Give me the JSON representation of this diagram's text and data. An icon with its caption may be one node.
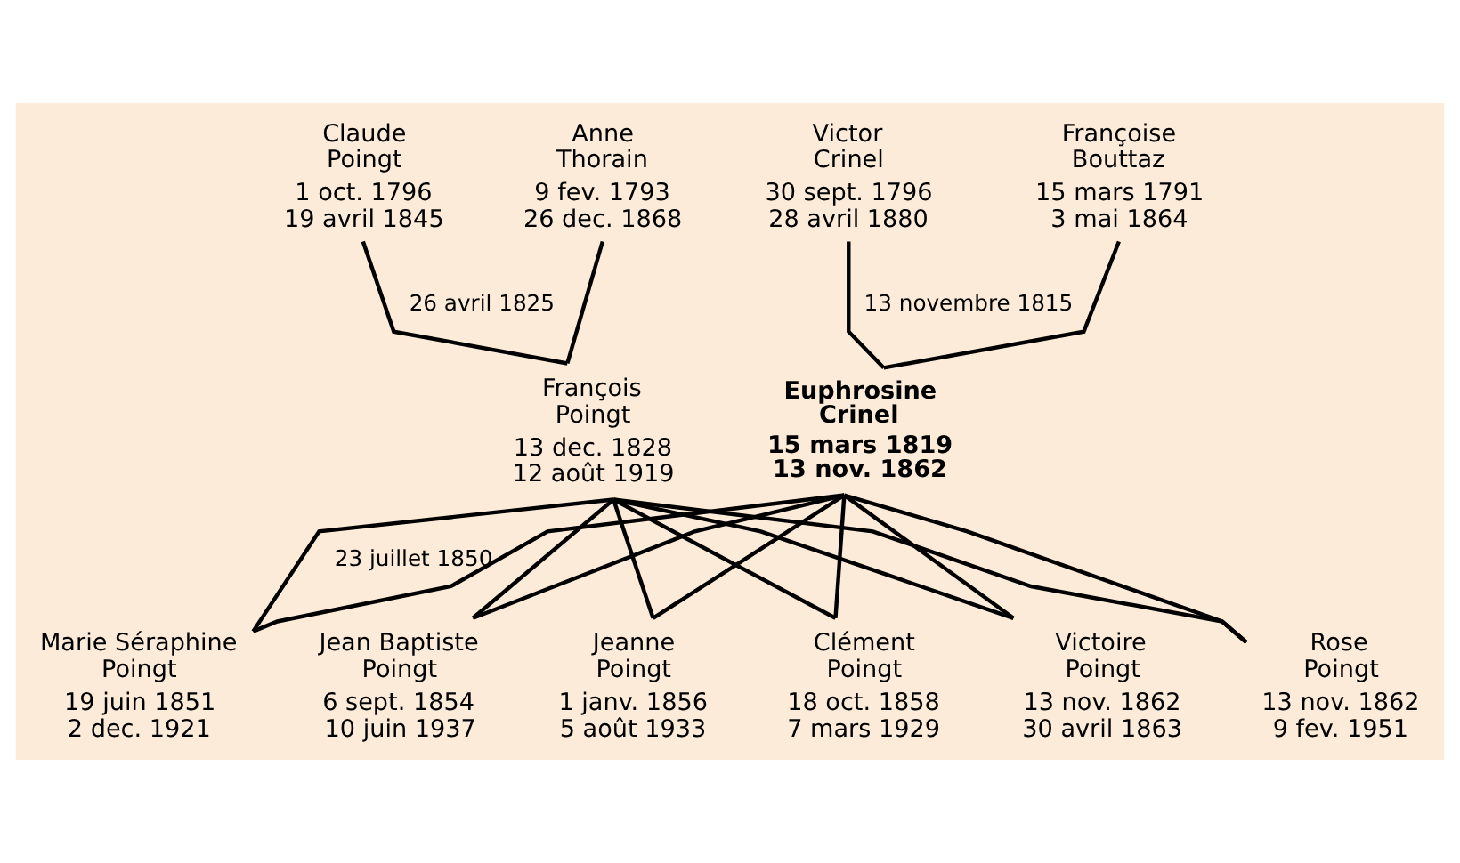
{
  "diagram": {
    "nodes": [
      {
        "text": [
          "Claude Poingt",
          "1 oct. 1796",
          "19 avril 1845"
        ]
      },
      {
        "text": [
          "Anne Thorain",
          "9 fev. 1793",
          "26 dec. 1868"
        ]
      },
      {
        "text": [
          "Victor Crinel",
          "30 sept. 1796",
          "28 avril 1880"
        ]
      },
      {
        "text": [
          "Françoise Bouttaz",
          "15 mars 1791",
          "3 mai 1864"
        ]
      },
      {
        "text": [
          "François Poingt",
          "13 dec. 1828",
          "12 août 1919"
        ]
      },
      {
        "text": [
          "Euphrosine Crinel",
          "15 mars 1819",
          "13 nov. 1862"
        ]
      },
      {
        "text": [
          "Marie Séraphine Poingt",
          "19 juin 1851",
          "2 dec. 1921"
        ]
      },
      {
        "text": [
          "Jean Baptiste Poingt",
          "6 sept. 1854",
          "10 juin 1937"
        ]
      },
      {
        "text": [
          "Jeanne Poingt",
          "1 janv. 1856",
          "5 août 1933"
        ]
      },
      {
        "text": [
          "Clément Poingt",
          "18 oct. 1858",
          "7 mars 1929"
        ]
      },
      {
        "text": [
          "Victoire Poingt",
          "13 nov. 1862",
          "30 avril 1863"
        ]
      },
      {
        "text": [
          "Rose Poingt",
          "13 nov. 1862",
          "9 fev. 1951"
        ]
      }
    ],
    "edges": [
      {
        "from": 0,
        "to": 4,
        "arrow": "none",
        "label": "26 avril 1825"
      },
      {
        "from": 1,
        "to": 4,
        "arrow": "none"
      },
      {
        "from": 2,
        "to": 5,
        "arrow": "none",
        "label": "13 novembre 1815"
      },
      {
        "from": 3,
        "to": 5,
        "arrow": "none"
      },
      {
        "from": 4,
        "to": 6,
        "arrow": "none",
        "label": "23 juillet 1850"
      },
      {
        "from": 4,
        "to": 7,
        "arrow": "none"
      },
      {
        "from": 4,
        "to": 8,
        "arrow": "none"
      },
      {
        "from": 4,
        "to": 9,
        "arrow": "none"
      },
      {
        "from": 4,
        "to": 10,
        "arrow": "none"
      },
      {
        "from": 4,
        "to": 11,
        "arrow": "none"
      },
      {
        "from": 5,
        "to": 6,
        "arrow": "none"
      },
      {
        "from": 5,
        "to": 7,
        "arrow": "none"
      },
      {
        "from": 5,
        "to": 8,
        "arrow": "none"
      },
      {
        "from": 5,
        "to": 9,
        "arrow": "none"
      },
      {
        "from": 5,
        "to": 10,
        "arrow": "none"
      },
      {
        "from": 5,
        "to": 11,
        "arrow": "none"
      }
    ]
  }
}
